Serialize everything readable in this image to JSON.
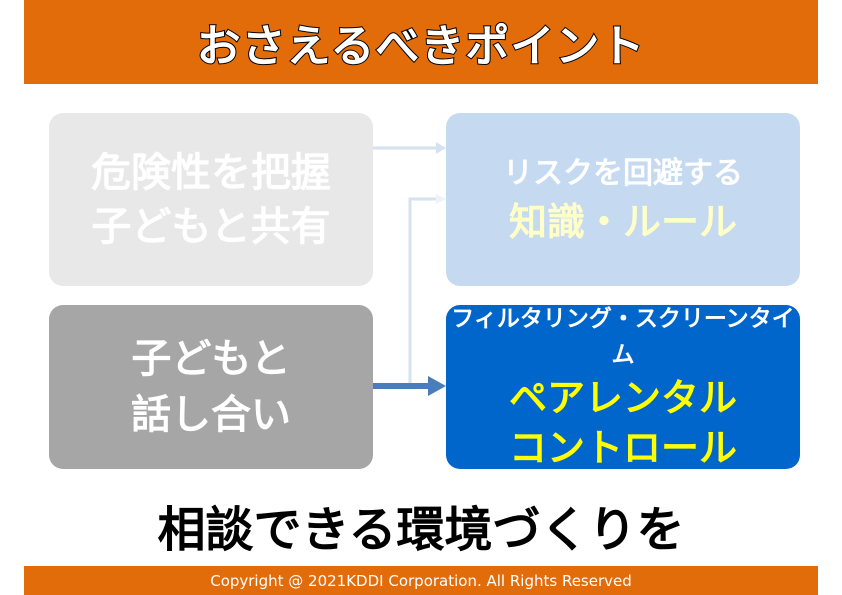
{
  "title": "おさえるべきポイント",
  "boxes": {
    "risk": {
      "line1": "危険性を把握",
      "line2": "子どもと共有"
    },
    "knowledge": {
      "line1": "リスクを回避する",
      "line2": "知識・ルール"
    },
    "talk": {
      "line1": "子どもと",
      "line2": "話し合い"
    },
    "parental": {
      "line1": "フィルタリング・スクリーンタイム",
      "line2": "ペアレンタル",
      "line3": "コントロール"
    }
  },
  "message": "相談できる環境づくりを",
  "footer": "Copyright @ 2021KDDI Corporation. All Rights Reserved"
}
